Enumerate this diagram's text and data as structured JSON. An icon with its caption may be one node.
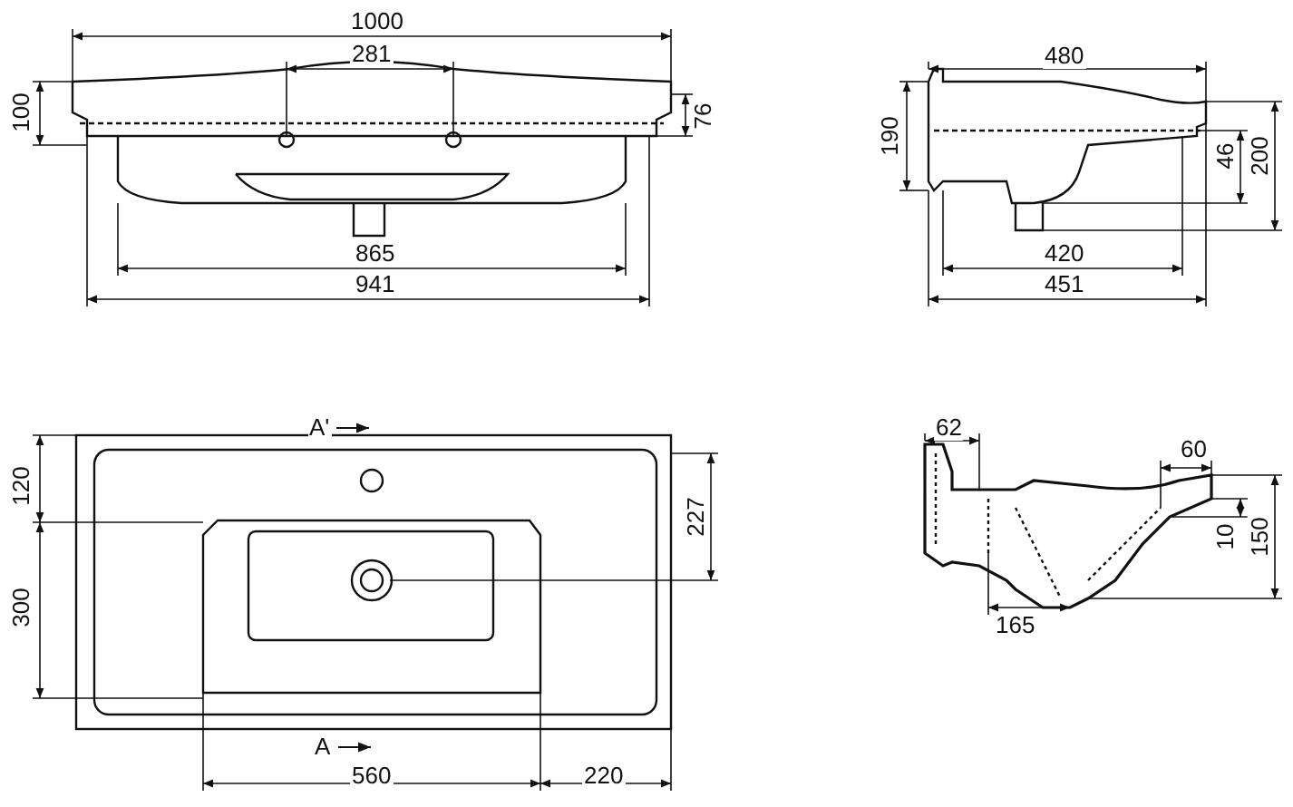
{
  "diagram": {
    "labels": [
      "1000",
      "281",
      "100",
      "76",
      "865",
      "941",
      "480",
      "190",
      "46",
      "200",
      "420",
      "451",
      "A'",
      "120",
      "227",
      "300",
      "A",
      "560",
      "220",
      "62",
      "60",
      "10",
      "150",
      "165"
    ]
  }
}
